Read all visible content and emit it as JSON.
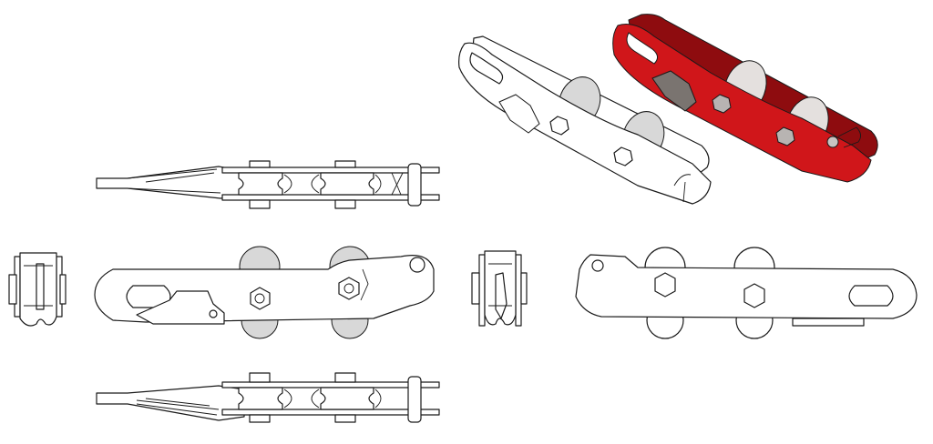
{
  "colors": {
    "background": "#ffffff",
    "line": "#1a1a1a",
    "part_white": "#ffffff",
    "part_red": "#d0161a",
    "part_red_dark": "#8e0c0f",
    "wheel_grey": "#d8d8d8",
    "latch_grey": "#7a7470"
  },
  "views": [
    "top-view",
    "front-view",
    "bottom-view",
    "left-end-view",
    "right-end-view",
    "rear-view",
    "isometric-white",
    "isometric-red"
  ]
}
